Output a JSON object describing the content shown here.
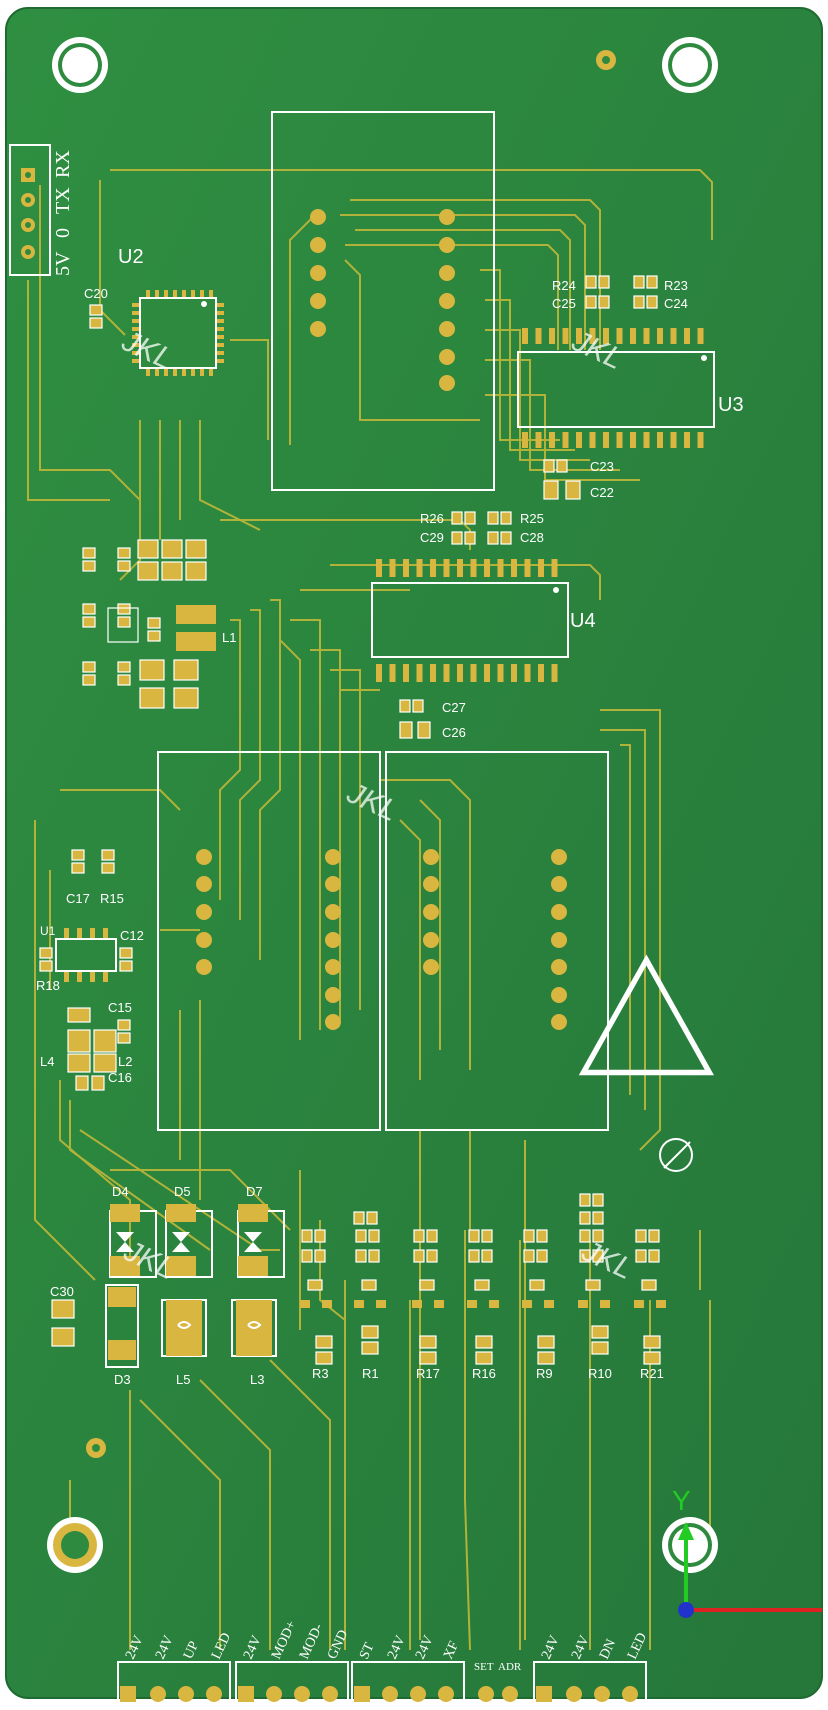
{
  "board": {
    "colors": {
      "board": "#2d8a3e",
      "board_dark": "#226e2f",
      "trace": "#b8b53a",
      "pad": "#d9b640",
      "silk": "#ffffff",
      "axis_y": "#22cc22",
      "axis_x": "#dd2222",
      "origin": "#2233cc"
    },
    "header_labels": [
      "5V",
      "0",
      "TX",
      "RX"
    ],
    "chips": {
      "u2": "U2",
      "u3": "U3",
      "u4": "U4",
      "u1": "U1"
    },
    "watermark": "JKL",
    "components": {
      "top": [
        "C20",
        "R24",
        "C25",
        "R23",
        "C24",
        "C23",
        "C22",
        "R26",
        "R25",
        "C29",
        "C28",
        "C27",
        "C26",
        "L1"
      ],
      "left": [
        "C17",
        "R15",
        "C12",
        "R18",
        "C15",
        "L4",
        "L2",
        "C16",
        "C30"
      ],
      "diodes": [
        "D4",
        "D5",
        "D7",
        "D3",
        "L5",
        "L3"
      ],
      "resistors": [
        "R3",
        "R1",
        "R17",
        "R16",
        "R9",
        "R10",
        "R21"
      ]
    },
    "bottom_labels": {
      "group1": [
        "24V",
        "24V",
        "UP",
        "LED"
      ],
      "group2": [
        "24V",
        "MOD+",
        "MOD-",
        "GND"
      ],
      "group3": [
        "ST",
        "24V",
        "24V",
        "XF"
      ],
      "group4": [
        "SET",
        "ADR"
      ],
      "group5": [
        "24V",
        "24V",
        "DN",
        "LED"
      ]
    },
    "axis": {
      "y_label": "Y"
    },
    "esd_symbol": "esd-warning-icon"
  }
}
